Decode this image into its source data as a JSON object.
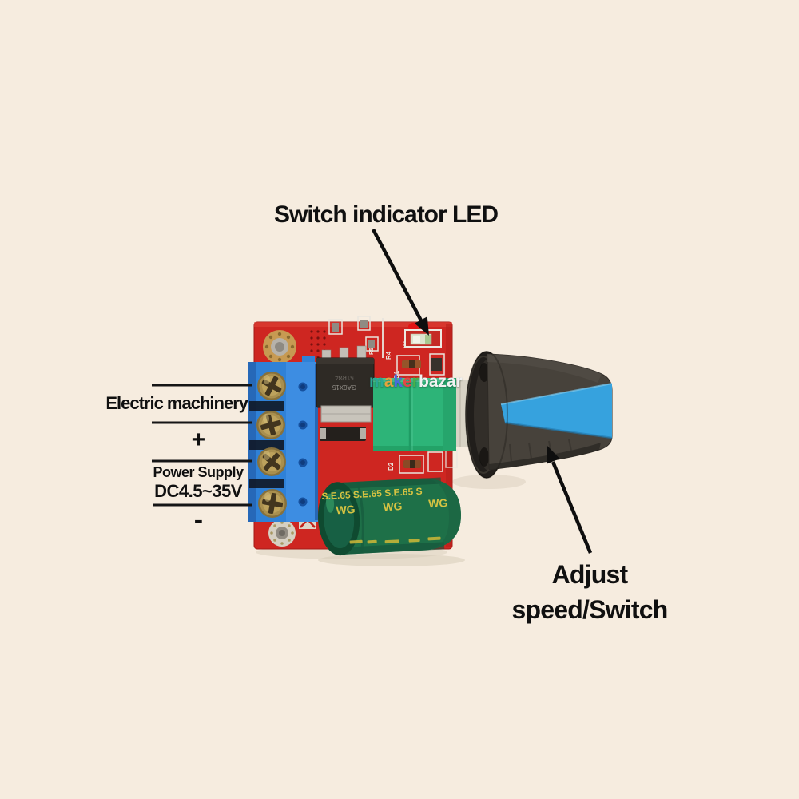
{
  "page": {
    "background_color": "#f6ecdf"
  },
  "annotations": {
    "switch_led_label": "Switch indicator LED",
    "electric_machinery_label": "Electric machinery",
    "plus_label": "+",
    "power_supply_line1": "Power Supply",
    "power_supply_line2": "DC4.5~35V",
    "minus_label": "-",
    "adjust_line1": "Adjust",
    "adjust_line2": "speed/Switch"
  },
  "module": {
    "watermark": {
      "letters": [
        "m",
        "a",
        "k",
        "e",
        "r"
      ],
      "suffix": "bazar"
    },
    "mosfet_marking_line1": "GA6X15",
    "mosfet_marking_line2": "51R84",
    "silkscreen": {
      "r5": "R5",
      "r4": "R4",
      "d1": "D1",
      "d3": "D3",
      "d2": "D2",
      "plus": "+",
      "y": "Y"
    },
    "capacitor": {
      "row1": "S.E.65 S.E.65 S.E.65 S",
      "wg": [
        "WG",
        "WG",
        "WG"
      ]
    }
  },
  "colors": {
    "background": "#f6ecdf",
    "pcb_red": "#ce2621",
    "terminal_blue": "#2f81d7",
    "pot_green": "#2db478",
    "capacitor_green": "#1e7048",
    "knob_stripe_blue": "#36a2de",
    "annotation_black": "#111111"
  }
}
